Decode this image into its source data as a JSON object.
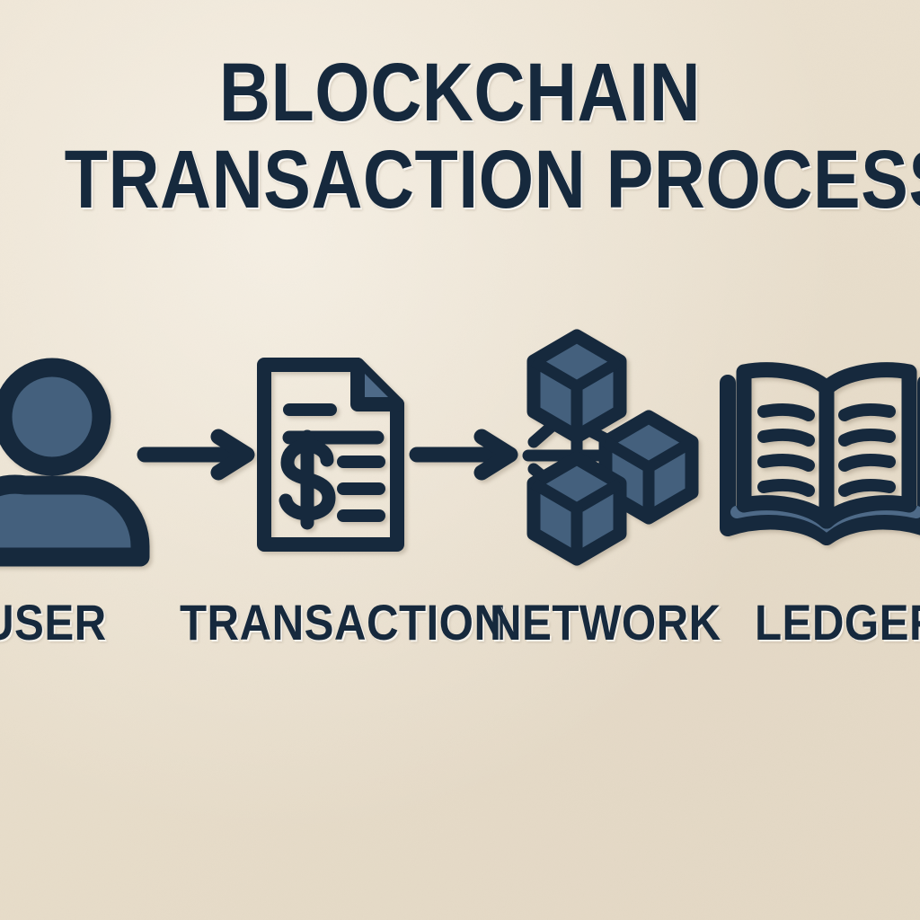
{
  "page": {
    "background_color": "#EBE0CE",
    "ink_color": "#16293D",
    "accent_fill_color": "#3E5873",
    "highlight_color": "#4E6A88"
  },
  "title": {
    "line1": "BLOCKCHAIN",
    "line2": "TRANSACTION PROCESS",
    "full": "BLOCKCHAIN TRANSACTION PROCESS"
  },
  "diagram": {
    "orientation": "horizontal",
    "step_count": 4,
    "steps": [
      {
        "id": "user",
        "label": "USER",
        "icon": "user-avatar-icon",
        "order": 1,
        "clipped": "left edge"
      },
      {
        "id": "transaction",
        "label": "TRANSACTION",
        "icon": "document-dollar-icon",
        "order": 2,
        "clipped": "none"
      },
      {
        "id": "network",
        "label": "NETWORK",
        "icon": "blockchain-cubes-icon",
        "order": 3,
        "clipped": "none"
      },
      {
        "id": "ledger",
        "label": "LEDGER",
        "icon": "open-book-icon",
        "order": 4,
        "clipped": "right edge"
      }
    ],
    "connectors": [
      {
        "id": "arrow-1",
        "from": "user",
        "to": "transaction",
        "glyph": "arrow-right-icon"
      },
      {
        "id": "arrow-2",
        "from": "transaction",
        "to": "network",
        "glyph": "arrow-right-icon"
      }
    ]
  }
}
